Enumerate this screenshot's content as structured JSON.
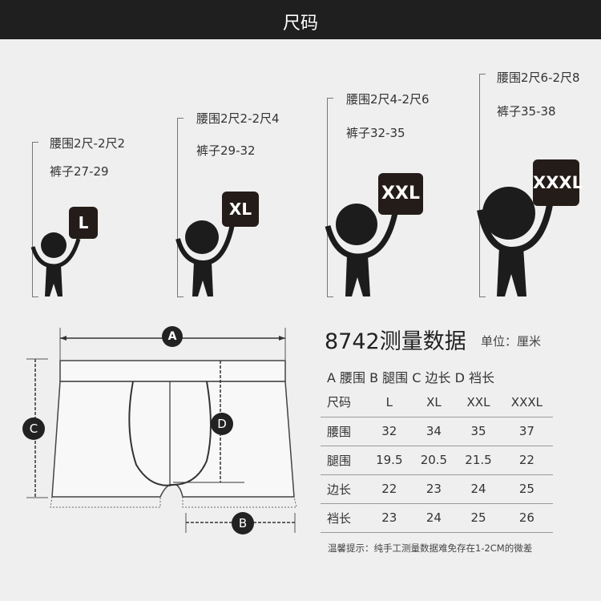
{
  "header": {
    "title": "尺码"
  },
  "sizes": [
    {
      "badge": "L",
      "waist": "腰围2尺-2尺2",
      "pants": "裤子27-29"
    },
    {
      "badge": "XL",
      "waist": "腰围2尺2-2尺4",
      "pants": "裤子29-32"
    },
    {
      "badge": "XXL",
      "waist": "腰围2尺4-2尺6",
      "pants": "裤子32-35"
    },
    {
      "badge": "XXXL",
      "waist": "腰围2尺6-2尺8",
      "pants": "裤子35-38"
    }
  ],
  "diagram": {
    "A": "A",
    "B": "B",
    "C": "C",
    "D": "D"
  },
  "measure": {
    "title": "8742测量数据",
    "unit": "单位：厘米",
    "legend": "A 腰围 B 腿围 C 边长 D 裆长",
    "headers": [
      "尺码",
      "L",
      "XL",
      "XXL",
      "XXXL"
    ],
    "rows": [
      [
        "腰围",
        "32",
        "34",
        "35",
        "37"
      ],
      [
        "腿围",
        "19.5",
        "20.5",
        "21.5",
        "22"
      ],
      [
        "边长",
        "22",
        "23",
        "24",
        "25"
      ],
      [
        "裆长",
        "23",
        "24",
        "25",
        "26"
      ]
    ],
    "note": "温馨提示：纯手工测量数据难免存在1-2CM的微差"
  }
}
